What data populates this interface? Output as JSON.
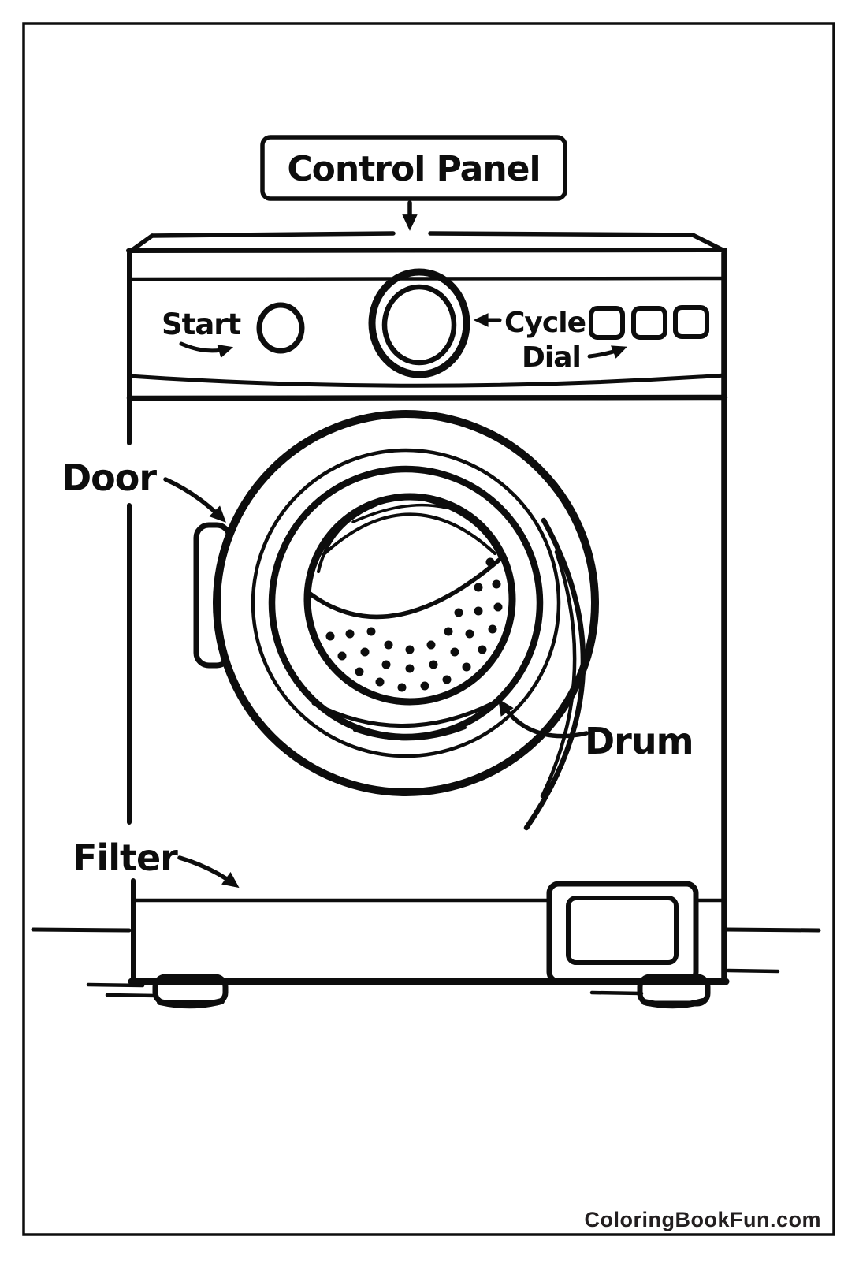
{
  "page": {
    "background": "#ffffff",
    "ink": "#0d0d0d",
    "border_color": "#0d0d0d"
  },
  "diagram": {
    "subject": "washing machine coloring page",
    "title_box": {
      "label": "Control Panel"
    },
    "callouts": [
      {
        "id": "start",
        "label": "Start"
      },
      {
        "id": "cycle-dial",
        "line1": "Cycle",
        "line2": "Dial"
      },
      {
        "id": "door",
        "label": "Door"
      },
      {
        "id": "drum",
        "label": "Drum"
      },
      {
        "id": "filter",
        "label": "Filter"
      }
    ]
  },
  "footer": {
    "website": "ColoringBookFun.com",
    "color": "#231f20"
  }
}
